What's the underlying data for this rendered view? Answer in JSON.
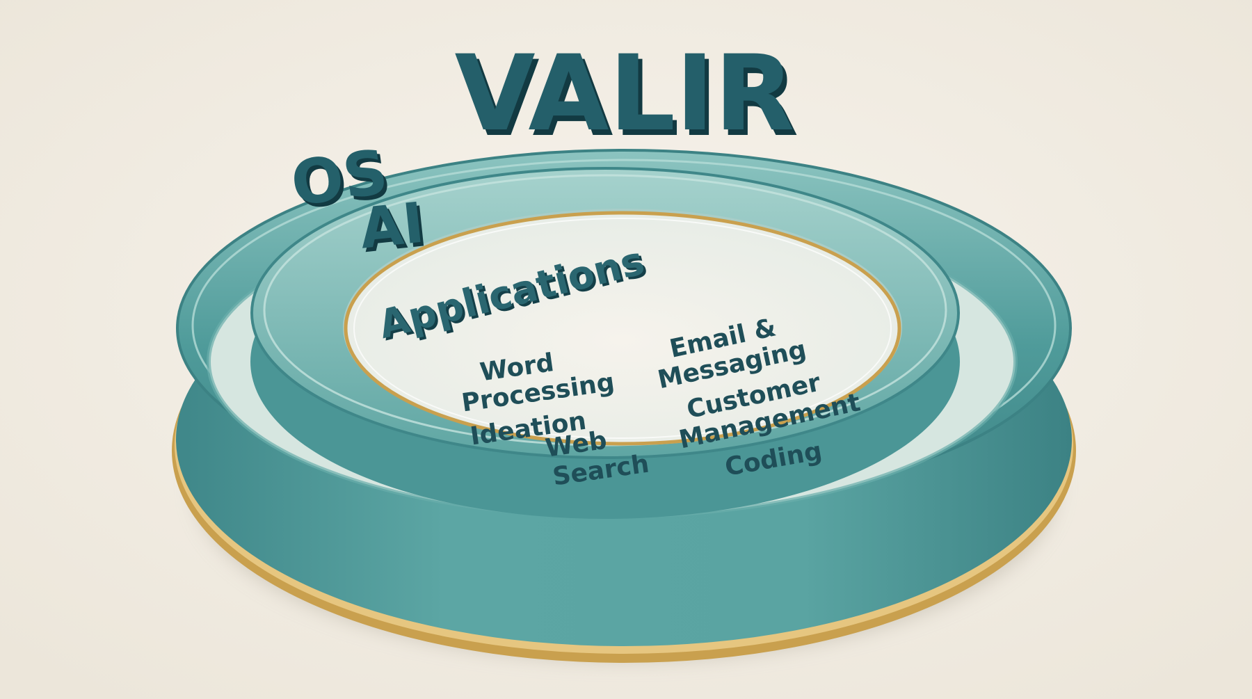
{
  "title": "VALIR",
  "layers": {
    "os": "OS",
    "ai": "AI",
    "applications": "Applications"
  },
  "applications": {
    "word_processing": [
      "Word",
      "Processing"
    ],
    "email_messaging": [
      "Email &",
      "Messaging"
    ],
    "ideation": "Ideation",
    "web_search": [
      "Web",
      "Search"
    ],
    "customer_management": [
      "Customer",
      "Management"
    ],
    "coding": "Coding"
  },
  "colors": {
    "text": "#1f4e58",
    "ring": "#4f9b9a",
    "gold": "#c9a04e",
    "background": "#f2ede4"
  }
}
